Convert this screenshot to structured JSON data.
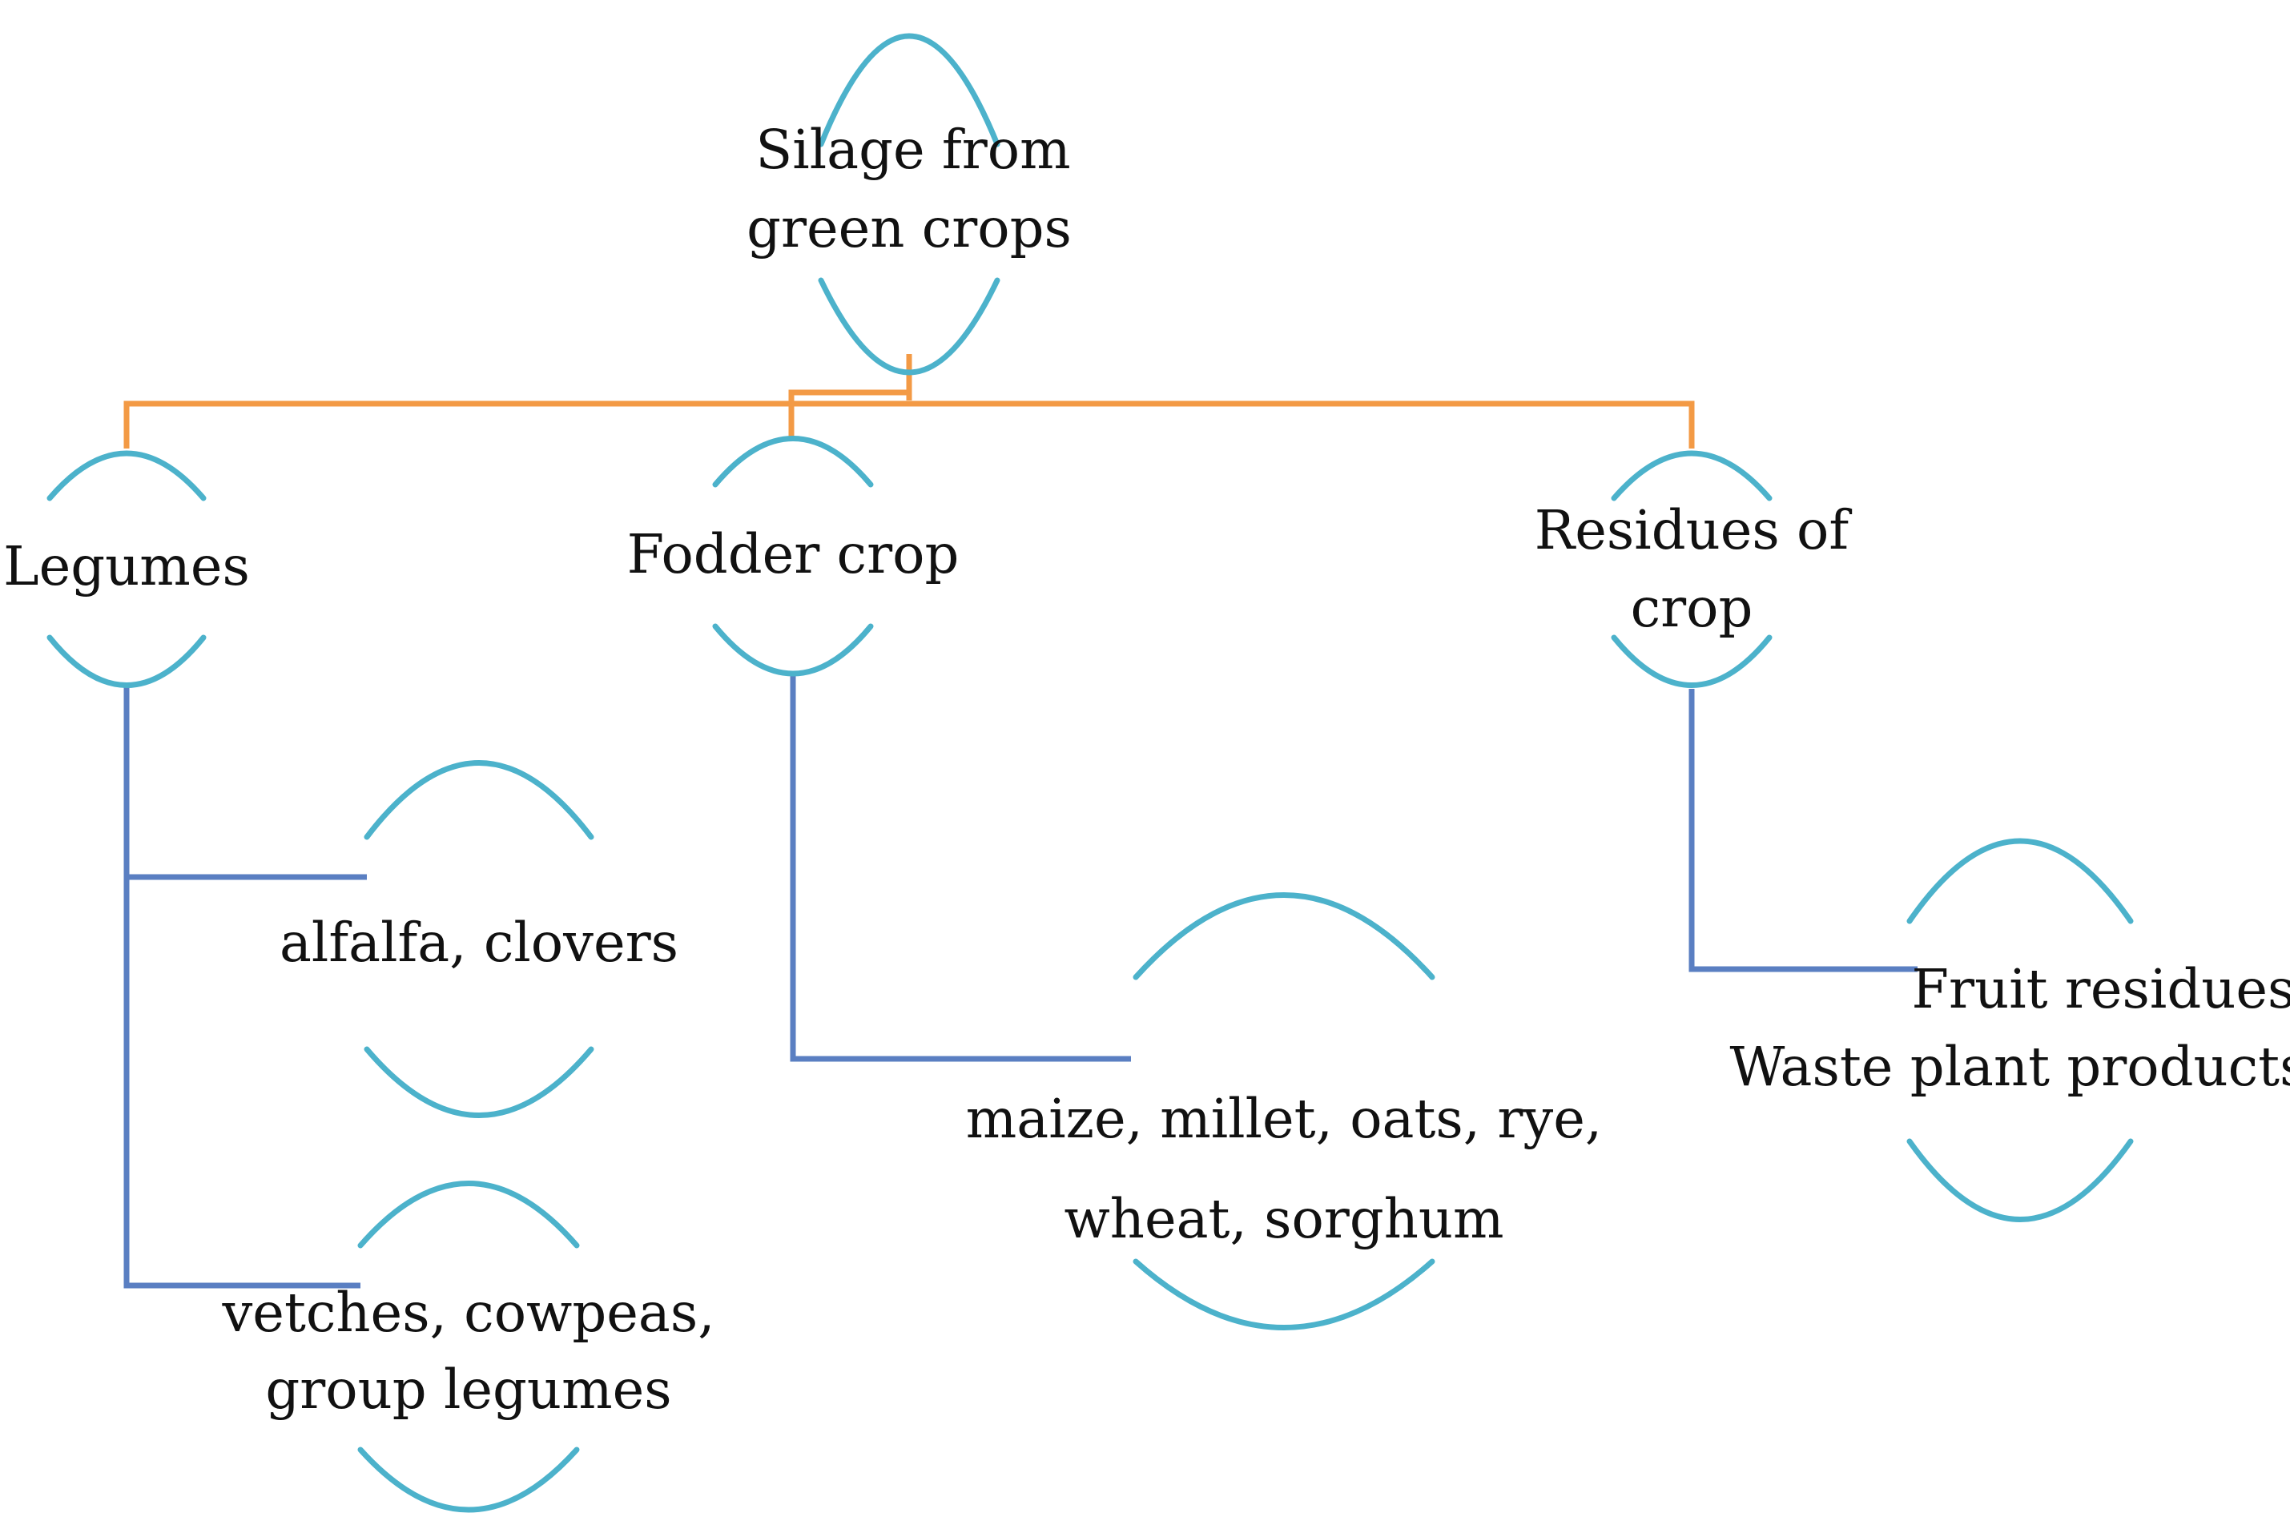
{
  "diagram": {
    "root": {
      "line1": "Silage from",
      "line2": "green crops"
    },
    "categories": [
      {
        "label_line1": "Legumes",
        "label_line2": ""
      },
      {
        "label_line1": "Fodder crop",
        "label_line2": ""
      },
      {
        "label_line1": "Residues of",
        "label_line2": "crop"
      }
    ],
    "leaves": {
      "alfalfa": {
        "line1": "alfalfa, clovers"
      },
      "vetches": {
        "line1": "vetches, cowpeas,",
        "line2": "group legumes"
      },
      "maize": {
        "line1": "maize, millet, oats, rye,",
        "line2": "wheat, sorghum"
      },
      "fruit": {
        "line1": "Fruit residues",
        "line2": "Waste plant products"
      }
    },
    "colors": {
      "arc": "#4cb2cb",
      "connector_top": "#f39a45",
      "connector_branch": "#5a7fc2",
      "text": "#111111"
    }
  }
}
